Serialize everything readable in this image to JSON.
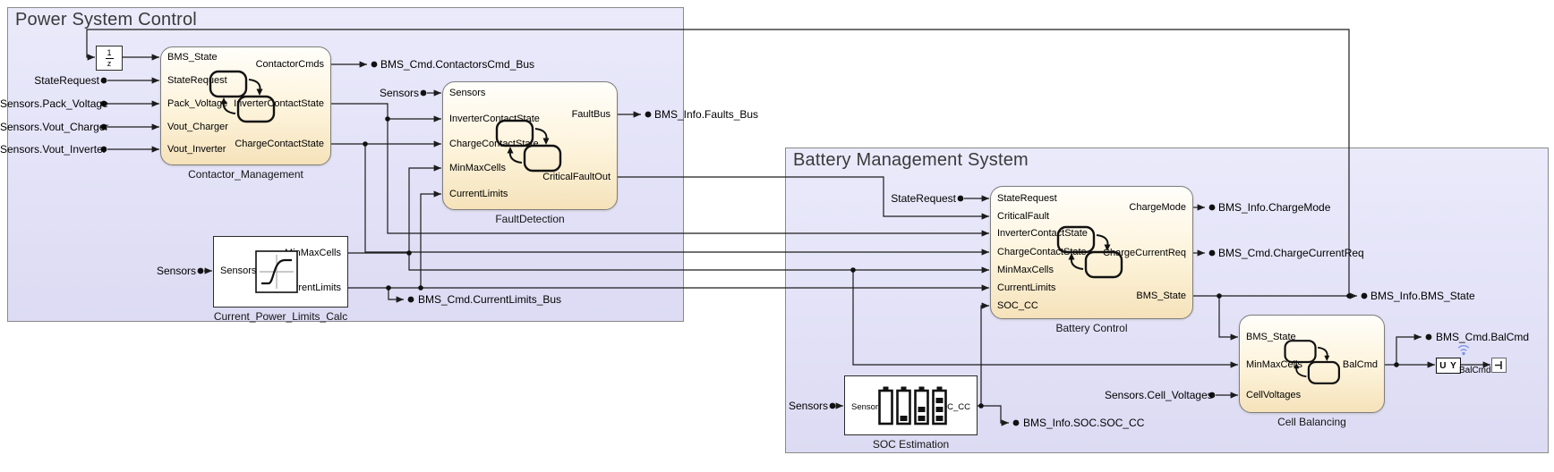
{
  "areas": {
    "psc": {
      "title": "Power System Control"
    },
    "bms": {
      "title": "Battery Management System"
    }
  },
  "blocks": {
    "unit_delay": {
      "numerator": "1",
      "denominator": "z"
    },
    "contactor_management": {
      "label": "Contactor_Management",
      "inputs": [
        "BMS_State",
        "StateRequest",
        "Pack_Voltage",
        "Vout_Charger",
        "Vout_Inverter"
      ],
      "outputs": [
        "ContactorCmds",
        "InverterContactState",
        "ChargeContactState"
      ]
    },
    "fault_detection": {
      "label": "FaultDetection",
      "inputs": [
        "Sensors",
        "InverterContactState",
        "ChargeContactState",
        "MinMaxCells",
        "CurrentLimits"
      ],
      "outputs": [
        "FaultBus",
        "CriticalFaultOut"
      ]
    },
    "current_power_limits_calc": {
      "label": "Current_Power_Limits_Calc",
      "inputs": [
        "Sensors"
      ],
      "outputs": [
        "MinMaxCells",
        "CurrentLimits"
      ]
    },
    "battery_control": {
      "label": "Battery Control",
      "inputs": [
        "StateRequest",
        "CriticalFault",
        "InverterContactState",
        "ChargeContactState",
        "MinMaxCells",
        "CurrentLimits",
        "SOC_CC"
      ],
      "outputs": [
        "ChargeMode",
        "ChargeCurrentReq",
        "BMS_State"
      ]
    },
    "soc_estimation": {
      "label": "SOC Estimation",
      "inputs": [
        "Sensors"
      ],
      "outputs": [
        "SOC_CC"
      ]
    },
    "cell_balancing": {
      "label": "Cell Balancing",
      "inputs": [
        "BMS_State",
        "MinMaxCells",
        "CellVoltages"
      ],
      "outputs": [
        "BalCmd"
      ]
    },
    "signal_conversion": {
      "label": "U Y",
      "signal_label": "BalCmd"
    }
  },
  "sources": {
    "state_request_psc": "StateRequest",
    "pack_voltage": "Sensors.Pack_Voltage",
    "vout_charger": "Sensors.Vout_Charger",
    "vout_inverter": "Sensors.Vout_Inverter",
    "sensors_fd": "Sensors",
    "sensors_cplc": "Sensors",
    "state_request_bms": "StateRequest",
    "sensors_soc": "Sensors",
    "cell_voltages": "Sensors.Cell_Voltages"
  },
  "sinks": {
    "contactors_cmd_bus": "BMS_Cmd.ContactorsCmd_Bus",
    "faults_bus": "BMS_Info.Faults_Bus",
    "current_limits_bus": "BMS_Cmd.CurrentLimits_Bus",
    "charge_mode": "BMS_Info.ChargeMode",
    "charge_current_req": "BMS_Cmd.ChargeCurrentReq",
    "bms_state": "BMS_Info.BMS_State",
    "soc_cc": "BMS_Info.SOC.SOC_CC",
    "bal_cmd": "BMS_Cmd.BalCmd"
  },
  "icons": {
    "stateflow_chart": "two-states-with-transition-arrows",
    "saturation": "saturation-curve",
    "soc_batteries": "four-battery-charge-levels",
    "logging_badge": "wireless-signal-logging",
    "terminator": "terminator"
  },
  "colors": {
    "area_fill": "#e2e1f7",
    "area_border": "#8a8a8a",
    "chart_block_top": "#fffefa",
    "chart_block_bottom": "#f5e2ba",
    "wire": "#1c1c1c",
    "logging_badge": "#7e97e6"
  }
}
